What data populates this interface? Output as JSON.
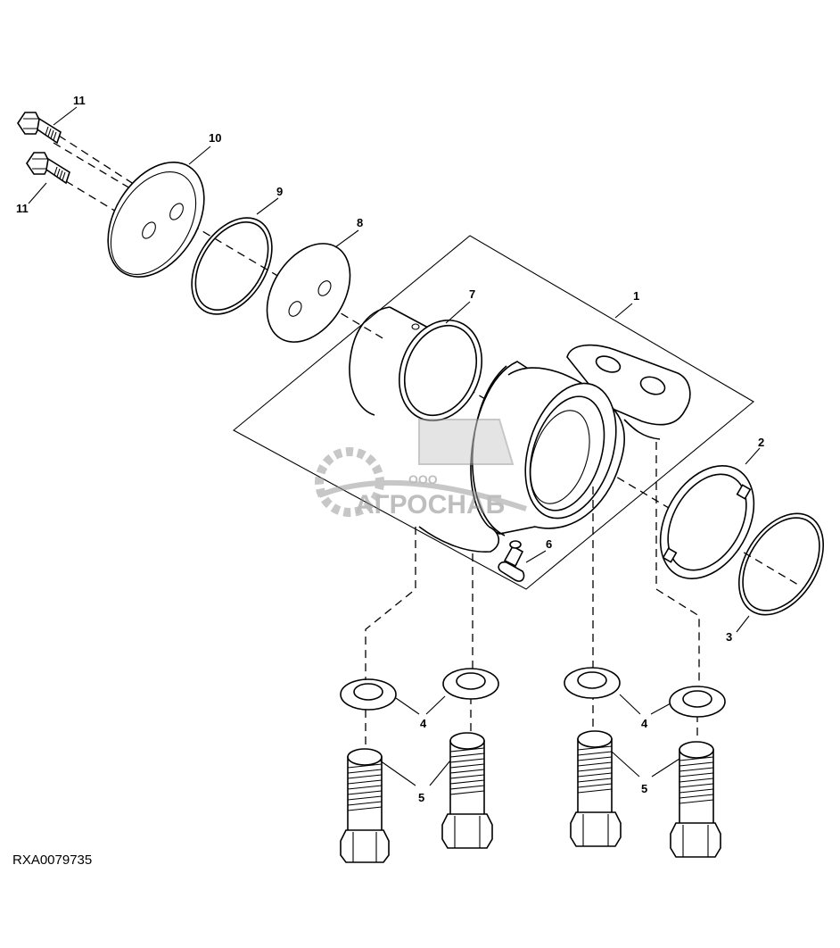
{
  "diagram": {
    "reference_id": "RXA0079735",
    "callouts": {
      "c1": "1",
      "c2": "2",
      "c3": "3",
      "c4a": "4",
      "c4b": "4",
      "c5a": "5",
      "c5b": "5",
      "c6": "6",
      "c7": "7",
      "c8": "8",
      "c9": "9",
      "c10": "10",
      "c11a": "11",
      "c11b": "11"
    }
  },
  "watermark": {
    "company_prefix": "ООО",
    "company_name": "АГРОСНАБ",
    "colors": {
      "gray": "#9a9a9a",
      "light": "#cfcfcf"
    }
  }
}
